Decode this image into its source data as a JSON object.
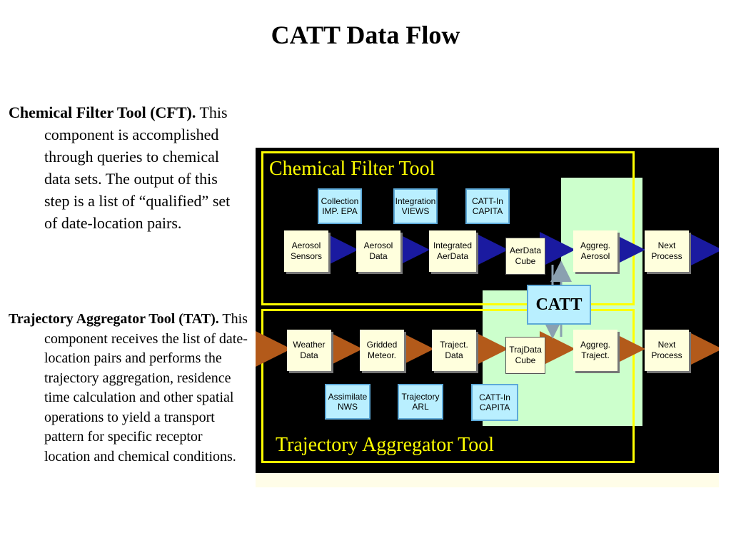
{
  "title": "CATT Data Flow",
  "cft_text": {
    "bold": "Chemical Filter Tool (CFT).",
    "body": " This component is accomplished through queries to chemical data sets. The output of this step is a list of “qualified” set of date-location pairs."
  },
  "tat_text": {
    "bold": "Trajectory Aggregator Tool (TAT).",
    "body": " This component receives the list of date-location pairs and performs the trajectory aggregation, residence time calculation and other spatial operations to yield a transport pattern for specific receptor location and chemical conditions."
  },
  "diagram": {
    "cft_label": "Chemical Filter Tool",
    "tat_label": "Trajectory Aggregator Tool",
    "catt_label": "CATT",
    "cft_sources": [
      "Collection\nIMP. EPA",
      "Integration\nVIEWS",
      "CATT-In\nCAPITA"
    ],
    "cft_flow": [
      "Aerosol\nSensors",
      "Aerosol\nData",
      "Integrated\nAerData",
      "AerData\nCube",
      "Aggreg.\nAerosol",
      "Next\nProcess"
    ],
    "tat_flow": [
      "Weather\nData",
      "Gridded\nMeteor.",
      "Traject.\nData",
      "TrajData\nCube",
      "Aggreg.\nTraject.",
      "Next\nProcess"
    ],
    "tat_sources": [
      "Assimilate\nNWS",
      "Trajectory\nARL",
      "CATT-In\nCAPITA"
    ],
    "colors": {
      "cft_arrow": "#1a1aa0",
      "tat_arrow": "#b35a1a",
      "panel_border": "#ffff00"
    }
  }
}
